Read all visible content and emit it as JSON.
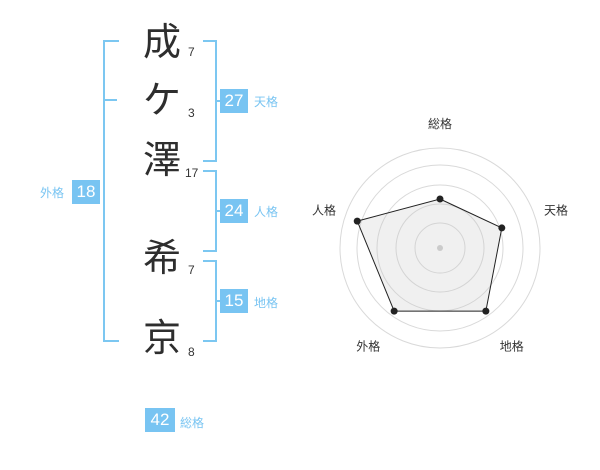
{
  "name_chars": [
    {
      "char": "成",
      "strokes": "7"
    },
    {
      "char": "ケ",
      "strokes": "3"
    },
    {
      "char": "澤",
      "strokes": "17"
    },
    {
      "char": "希",
      "strokes": "7"
    },
    {
      "char": "京",
      "strokes": "8"
    }
  ],
  "fortune": {
    "tenkaku": {
      "value": "27",
      "label": "天格"
    },
    "jinkaku": {
      "value": "24",
      "label": "人格"
    },
    "chikaku": {
      "value": "15",
      "label": "地格"
    },
    "gaikaku": {
      "value": "18",
      "label": "外格"
    },
    "soukaku": {
      "value": "42",
      "label": "総格"
    }
  },
  "colors": {
    "accent": "#78c4f2",
    "bracket": "#7cc7f1",
    "text": "#333333"
  },
  "chart_data": {
    "type": "radar",
    "axes": [
      "総格",
      "天格",
      "地格",
      "外格",
      "人格"
    ],
    "values": [
      0.49,
      0.65,
      0.78,
      0.78,
      0.87
    ],
    "rings": 4,
    "range": [
      0,
      1
    ]
  }
}
